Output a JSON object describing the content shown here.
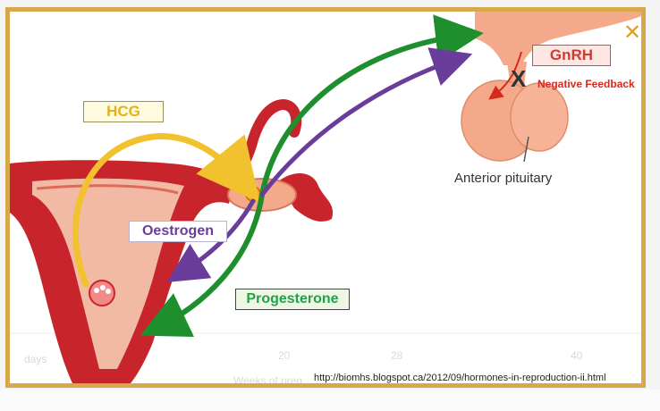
{
  "labels": {
    "hcg": "HCG",
    "oestrogen": "Oestrogen",
    "progesterone": "Progesterone",
    "gnrh": "GnRH",
    "negative_feedback": "Negative Feedback",
    "anterior_pituitary": "Anterior pituitary",
    "x_mark": "X"
  },
  "source_url": "http://biomhs.blogspot.ca/2012/09/hormones-in-reproduction-ii.html",
  "background_chart": {
    "days_label": "days",
    "axis_label": "Weeks of preg",
    "ticks": [
      "20",
      "28",
      "40"
    ]
  },
  "close_symbol": "✕",
  "colors": {
    "frame": "#d8a94a",
    "uterus_red": "#c7252b",
    "uterus_inner": "#f0b7a0",
    "hcg_yellow": "#f2c12e",
    "progesterone_green": "#1f8f2e",
    "oestrogen_purple": "#6a3d9a",
    "gnrh_red": "#d33a2c",
    "pituitary": "#f4a98a"
  }
}
